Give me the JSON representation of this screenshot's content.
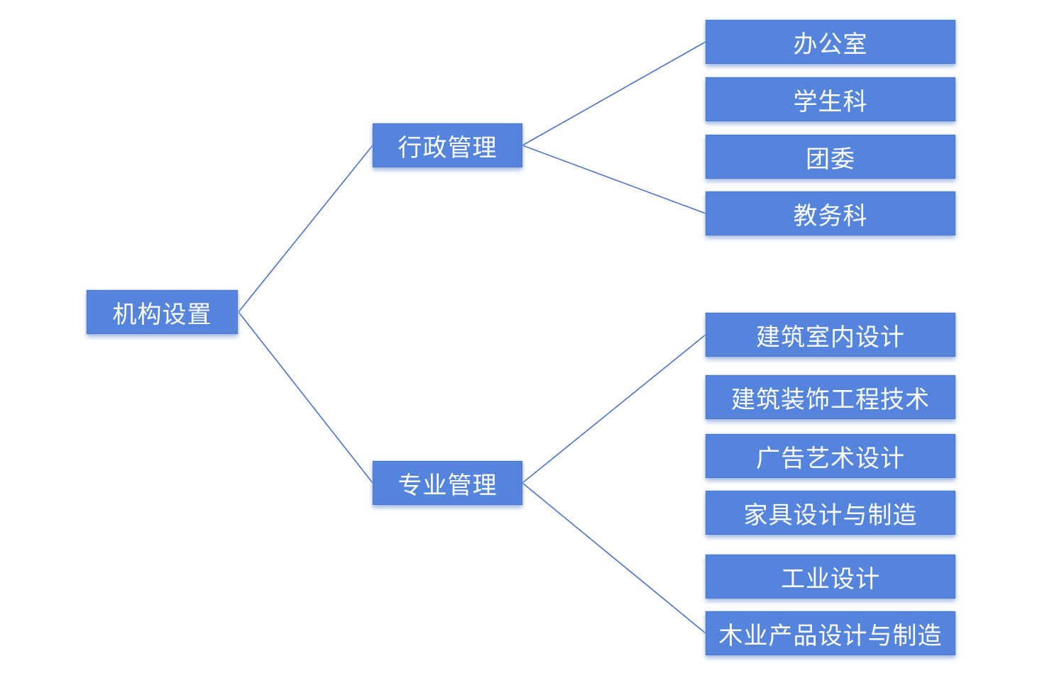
{
  "root": {
    "label": "机构设置"
  },
  "branches": [
    {
      "label": "行政管理",
      "children": [
        "办公室",
        "学生科",
        "团委",
        "教务科"
      ]
    },
    {
      "label": "专业管理",
      "children": [
        "建筑室内设计",
        "建筑装饰工程技术",
        "广告艺术设计",
        "家具设计与制造",
        "工业设计",
        "木业产品设计与制造"
      ]
    }
  ],
  "colors": {
    "node_fill": "#5584dd",
    "connector": "#4a72c8",
    "text": "#ffffff"
  }
}
